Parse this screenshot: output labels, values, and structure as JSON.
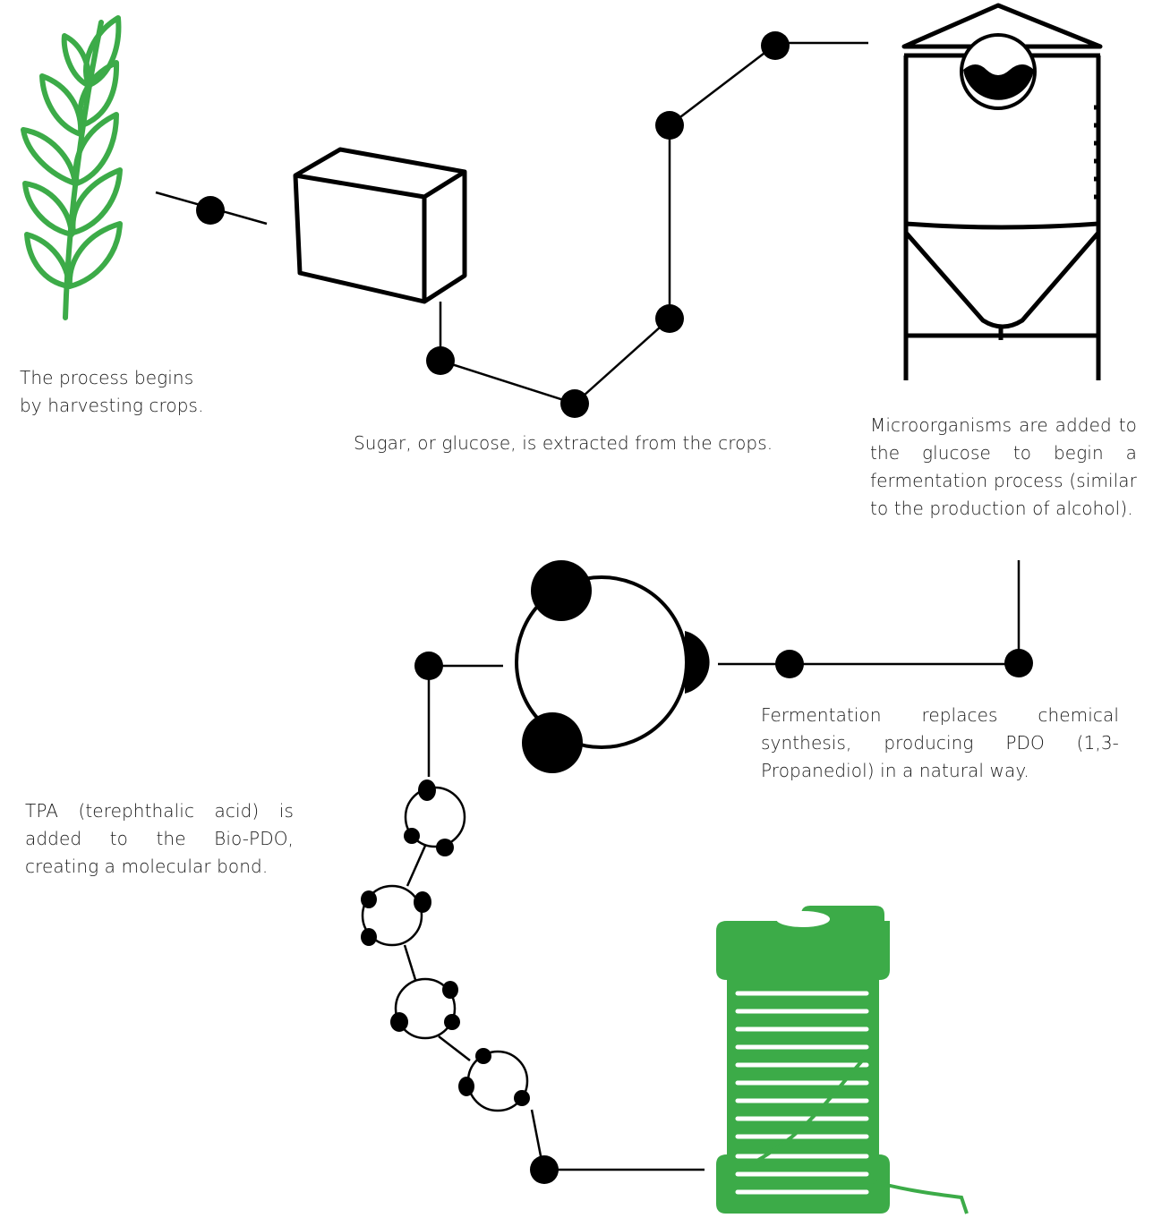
{
  "steps": [
    {
      "id": "harvest",
      "icon": "wheat-icon",
      "caption": "The process begins by harvesting crops."
    },
    {
      "id": "sugar",
      "icon": "sugar-cube-icon",
      "caption": "Sugar, or glucose, is extracted from the crops."
    },
    {
      "id": "ferment",
      "icon": "fermentation-tank-icon",
      "caption": "Microorganisms are added to the glucose to begin a fermentation process (similar to the production of alcohol)."
    },
    {
      "id": "pdo",
      "icon": "pdo-molecule-icon",
      "caption": "Fermentation replaces chemical synthesis, producing PDO (1,3-Propanediol) in a natural way."
    },
    {
      "id": "tpa",
      "icon": "polymer-chain-icon",
      "caption": "TPA (terephthalic acid) is added to the Bio-PDO, creating a molecular bond."
    },
    {
      "id": "fiber",
      "icon": "thread-spool-icon",
      "caption": ""
    }
  ],
  "colors": {
    "accent": "#3cab48",
    "ink": "#000000",
    "text": "#1a1a1a"
  }
}
